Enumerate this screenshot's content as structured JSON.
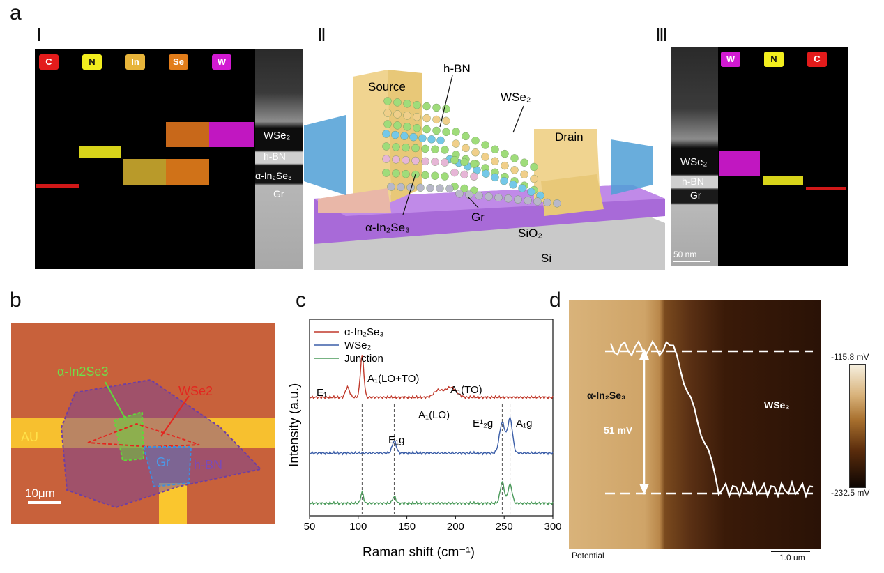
{
  "panels": {
    "a": "a",
    "b": "b",
    "c": "c",
    "d": "d"
  },
  "roman": {
    "I": "Ⅰ",
    "II": "Ⅱ",
    "III": "Ⅲ"
  },
  "eds_left": {
    "tags": [
      {
        "label": "C",
        "color": "#e31b1b",
        "text_color": "#ffffff"
      },
      {
        "label": "N",
        "color": "#f2ee1e",
        "text_color": "#111111"
      },
      {
        "label": "In",
        "color": "#e7b43a",
        "text_color": "#ffffff"
      },
      {
        "label": "Se",
        "color": "#e27d1a",
        "text_color": "#ffffff"
      },
      {
        "label": "W",
        "color": "#d21ad2",
        "text_color": "#ffffff"
      }
    ],
    "stem_labels": {
      "wse2": "WSe₂",
      "hbn": "h-BN",
      "in2se3": "α-In₂Se₃",
      "gr": "Gr"
    }
  },
  "eds_right": {
    "tags": [
      {
        "label": "W",
        "color": "#d21ad2",
        "text_color": "#ffffff"
      },
      {
        "label": "N",
        "color": "#f2ee1e",
        "text_color": "#111111"
      },
      {
        "label": "C",
        "color": "#e31b1b",
        "text_color": "#ffffff"
      }
    ],
    "stem_labels": {
      "wse2": "WSe₂",
      "hbn": "h-BN",
      "gr": "Gr"
    },
    "scale_bar": "50 nm"
  },
  "device": {
    "source": "Source",
    "drain": "Drain",
    "hbn": "h-BN",
    "wse2": "WSe₂",
    "in2se3": "α-In₂Se₃",
    "gr": "Gr",
    "sio2": "SiO₂",
    "si": "Si"
  },
  "optical": {
    "in2se3": "α-In2Se3",
    "wse2": "WSe2",
    "au": "AU",
    "gr": "Gr",
    "hbn": "h-BN",
    "scale": "10μm",
    "colors": {
      "bg": "#c8613b",
      "au": "#ffd12e",
      "hbn": "#6e3fa3",
      "in2se3": "#5fd93a",
      "wse2": "#e3261f",
      "gr": "#3d8de0"
    }
  },
  "chart_data": {
    "type": "line",
    "xlabel": "Raman shift (cm⁻¹)",
    "ylabel": "Intensity (a.u.)",
    "xlim": [
      50,
      300
    ],
    "xticks": [
      50,
      100,
      150,
      200,
      250,
      300
    ],
    "series": [
      {
        "name": "α-In₂Se₃",
        "color": "#c0392b",
        "offset": 2.0,
        "peaks": [
          [
            89,
            0.18,
            3
          ],
          [
            104,
            0.75,
            2.5
          ],
          [
            182,
            0.12,
            6
          ],
          [
            195,
            0.18,
            8
          ]
        ]
      },
      {
        "name": "WSe₂",
        "color": "#3b5ea8",
        "offset": 1.0,
        "peaks": [
          [
            137,
            0.22,
            3
          ],
          [
            248,
            0.55,
            4
          ],
          [
            256,
            0.62,
            3.5
          ]
        ]
      },
      {
        "name": "Junction",
        "color": "#4a9a5a",
        "offset": 0.1,
        "peaks": [
          [
            104,
            0.2,
            2
          ],
          [
            137,
            0.12,
            2.5
          ],
          [
            248,
            0.38,
            3
          ],
          [
            256,
            0.34,
            3
          ]
        ]
      }
    ],
    "peak_labels": {
      "e1": "E₁",
      "a1lo_to": "A₁(LO+TO)",
      "a1to": "A₁(TO)",
      "a1lo": "A₁(LO)",
      "e1g": "E₁g",
      "e12g": "E¹₂g",
      "a1g": "A₁g"
    },
    "dashed_lines": [
      104,
      137,
      248,
      256
    ]
  },
  "kpfm": {
    "in2se3": "α-In₂Se₃",
    "wse2": "WSe₂",
    "delta": "51 mV",
    "cbar_max": "-115.8 mV",
    "cbar_min": "-232.5 mV",
    "potential": "Potential",
    "scale": "1.0 um"
  }
}
